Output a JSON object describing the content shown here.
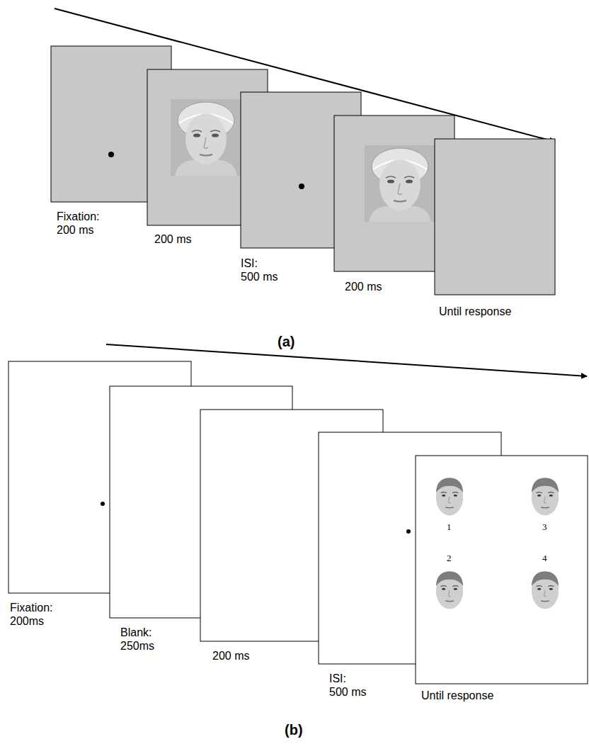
{
  "diagram": {
    "labels": [
      "Fixation: 200 ms",
      "200 ms",
      "ISI: 500 ms",
      "200 ms",
      "Until response",
      "(a)",
      "Fixation: 200ms",
      "Blank: 250ms",
      "200 ms",
      "ISI: 500 ms",
      "1",
      "3",
      "2",
      "4",
      "Until response",
      "(b)"
    ]
  }
}
